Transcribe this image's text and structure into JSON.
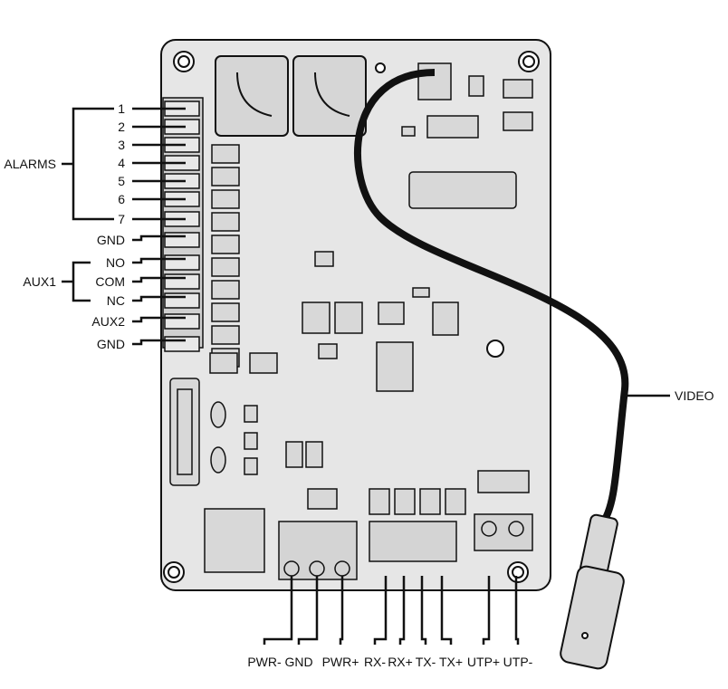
{
  "diagram": {
    "type": "circuit-board-wiring",
    "colors": {
      "board": "#e6e6e6",
      "outline": "#111111",
      "component": "#d4d4d4",
      "cable": "#111111",
      "background": "#ffffff"
    },
    "left_terminals": {
      "group_alarms": "ALARMS",
      "group_aux1": "AUX1",
      "pins": [
        "1",
        "2",
        "3",
        "4",
        "5",
        "6",
        "7",
        "GND",
        "NO",
        "COM",
        "NC",
        "AUX2",
        "GND"
      ]
    },
    "bottom_terminals": {
      "power": [
        "PWR-",
        "GND",
        "PWR+"
      ],
      "serial": [
        "RX-",
        "RX+",
        "TX-",
        "TX+"
      ],
      "utp": [
        "UTP+",
        "UTP-"
      ]
    },
    "cable_label": "VIDEO"
  }
}
